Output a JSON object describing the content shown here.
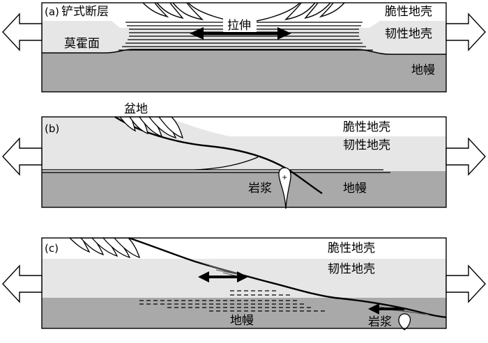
{
  "panels": [
    {
      "tag": "(a)",
      "labels": {
        "listric_fault": "铲式断层",
        "moho": "莫霍面",
        "extension": "拉伸",
        "brittle_crust": "脆性地壳",
        "ductile_crust": "韧性地壳",
        "mantle": "地幔"
      }
    },
    {
      "tag": "(b)",
      "labels": {
        "basin": "盆地",
        "brittle_crust": "脆性地壳",
        "ductile_crust": "韧性地壳",
        "magma": "岩浆",
        "mantle": "地幔"
      }
    },
    {
      "tag": "(c)",
      "labels": {
        "brittle_crust": "脆性地壳",
        "ductile_crust": "韧性地壳",
        "mantle": "地幔",
        "magma": "岩浆"
      }
    }
  ],
  "colors": {
    "brittle": "#ffffff",
    "ductile": "#e6e6e6",
    "mantle": "#a9a9a9",
    "line": "#000000"
  }
}
